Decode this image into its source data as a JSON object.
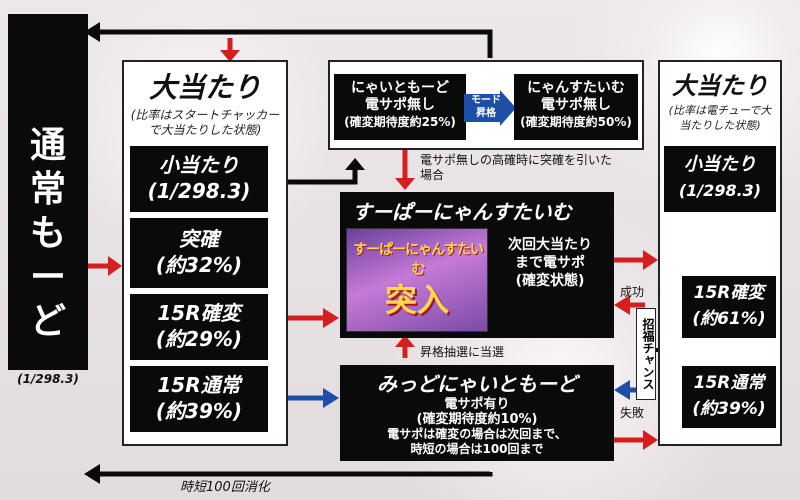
{
  "normal_mode": {
    "title_chars": [
      "通",
      "常",
      "も",
      "ー",
      "ど"
    ],
    "probability": "(1/298.3)"
  },
  "left_panel": {
    "title": "大当たり",
    "note": "(比率はスタートチャッカーで大当たりした状態)",
    "items": [
      {
        "line1": "小当たり",
        "line2": "(1/298.3)"
      },
      {
        "line1": "突確",
        "line2": "(約32%)"
      },
      {
        "line1": "15R確変",
        "line2": "(約29%)"
      },
      {
        "line1": "15R通常",
        "line2": "(約39%)"
      }
    ]
  },
  "top_modes": {
    "mode1": {
      "line1": "にゃいともーど",
      "line2": "電サポ無し",
      "line3": "(確変期待度約25%)"
    },
    "mode2": {
      "line1": "にゃんすたいむ",
      "line2": "電サポ無し",
      "line3": "(確変期待度約50%)"
    },
    "transition": {
      "line1": "モード",
      "line2": "昇格"
    }
  },
  "super_nyan": {
    "title": "すーぱーにゃんすたいむ",
    "image_caption_top": "すーぱーにゃんすたいむ",
    "image_caption_bottom": "突入",
    "desc": [
      "次回大当たり",
      "まで電サポ",
      "(確変状態)"
    ]
  },
  "labels": {
    "no_support_sudden": "電サポ無しの高確時に突確を引いた場合",
    "promotion_lottery": "昇格抽選に当選",
    "success": "成功",
    "fail": "失敗",
    "chance": "招福チャンス",
    "jitan": "時短100回消化"
  },
  "midnyai": {
    "title": "みっどにゃいともーど",
    "line1": "電サポ有り",
    "line2": "(確変期待度約10%)",
    "line3": "電サポは確変の場合は次回まで、",
    "line4": "時短の場合は100回まで"
  },
  "right_panel": {
    "title": "大当たり",
    "note": "(比率は電チューで大当たりした状態)",
    "items": [
      {
        "line1": "小当たり",
        "line2": "(1/298.3)"
      },
      {
        "line1": "15R確変",
        "line2": "(約61%)"
      },
      {
        "line1": "15R通常",
        "line2": "(約39%)"
      }
    ]
  },
  "colors": {
    "red_arrow": "#d61e1e",
    "blue_arrow": "#1d4fa8",
    "black": "#0a0a0a"
  }
}
